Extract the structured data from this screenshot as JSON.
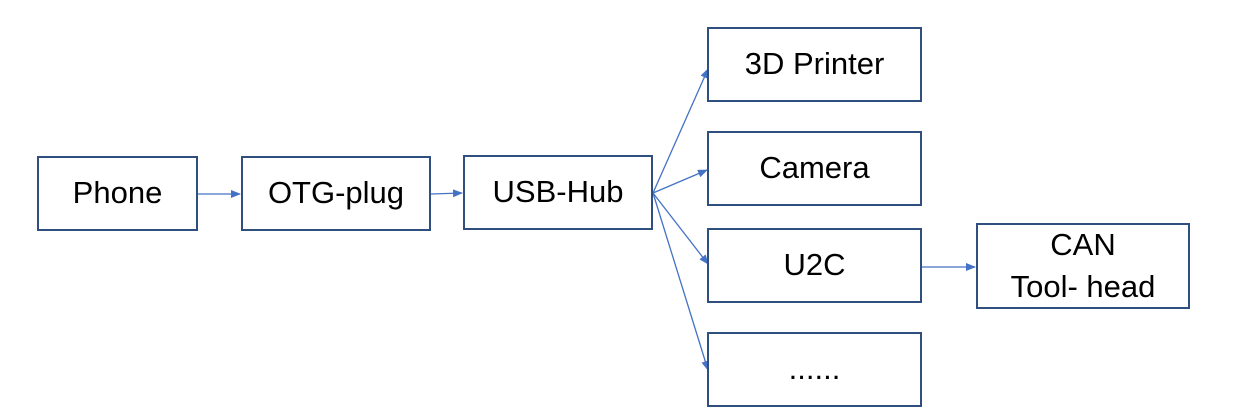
{
  "nodes": {
    "phone": "Phone",
    "otg": "OTG-plug",
    "hub": "USB-Hub",
    "printer": "3D Printer",
    "camera": "Camera",
    "u2c": "U2C",
    "more": "......",
    "can": "CAN\nTool- head"
  },
  "colors": {
    "box_border": "#2f4f7f",
    "arrow": "#4472c4"
  },
  "edges": [
    {
      "from": "phone",
      "to": "otg"
    },
    {
      "from": "otg",
      "to": "hub"
    },
    {
      "from": "hub",
      "to": "printer"
    },
    {
      "from": "hub",
      "to": "camera"
    },
    {
      "from": "hub",
      "to": "u2c"
    },
    {
      "from": "hub",
      "to": "more"
    },
    {
      "from": "u2c",
      "to": "can"
    }
  ]
}
